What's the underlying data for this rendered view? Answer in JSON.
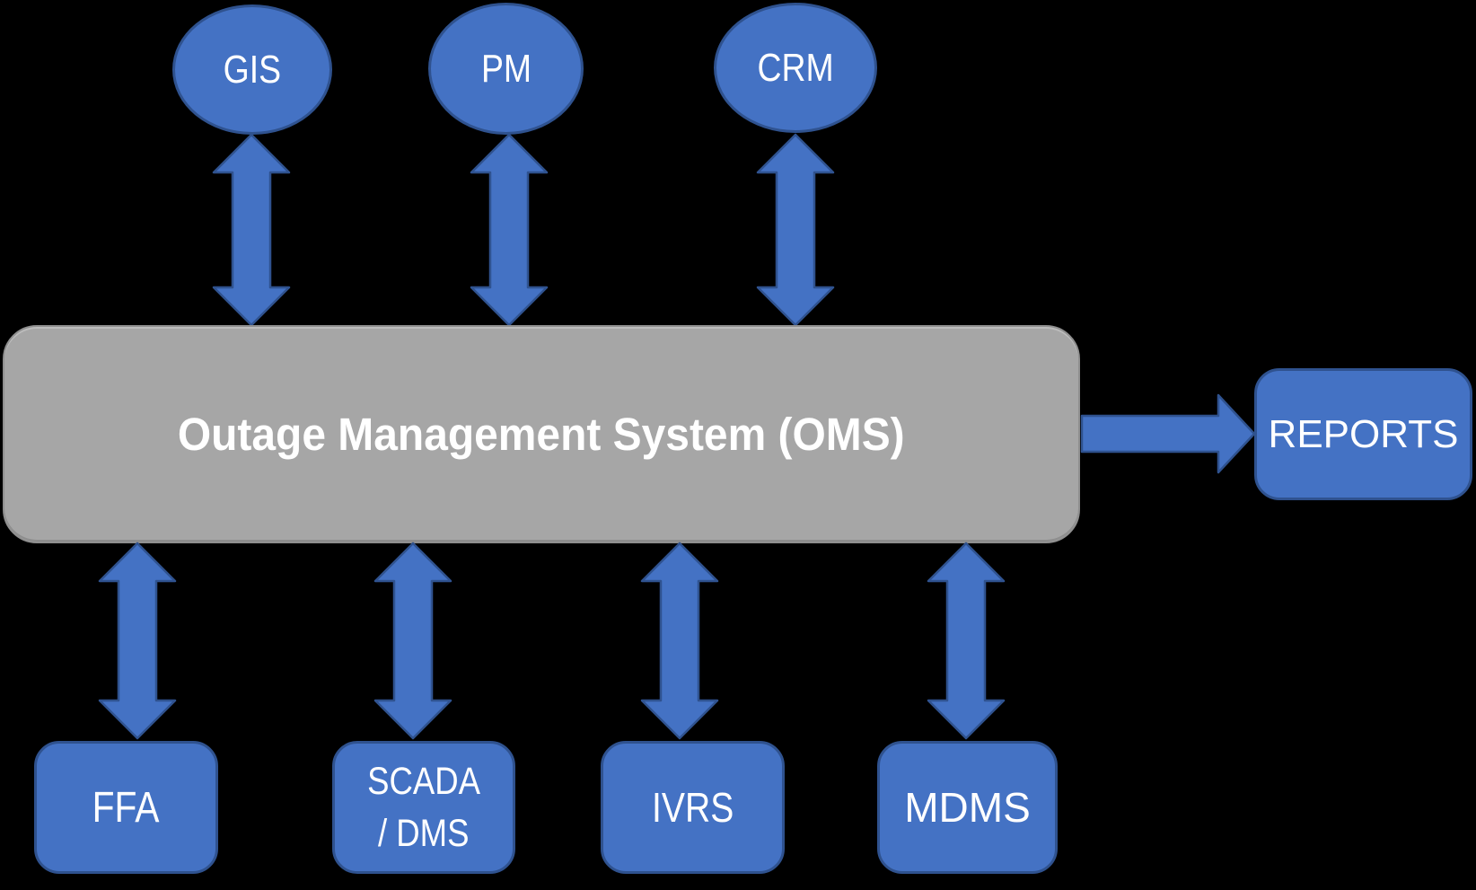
{
  "diagram": {
    "center_node": {
      "label": "Outage Management System (OMS)",
      "shape": "rounded-rectangle",
      "fill": "#A6A6A6"
    },
    "top_nodes": [
      {
        "label": "GIS",
        "shape": "ellipse"
      },
      {
        "label": "PM",
        "shape": "ellipse"
      },
      {
        "label": "CRM",
        "shape": "ellipse"
      }
    ],
    "bottom_nodes": [
      {
        "label": "FFA",
        "shape": "rounded-rectangle"
      },
      {
        "label": "SCADA / DMS",
        "lines": [
          "SCADA",
          "/ DMS"
        ],
        "shape": "rounded-rectangle"
      },
      {
        "label": "IVRS",
        "shape": "rounded-rectangle"
      },
      {
        "label": "MDMS",
        "shape": "rounded-rectangle"
      }
    ],
    "right_node": {
      "label": "REPORTS",
      "shape": "rounded-rectangle"
    },
    "connections": [
      {
        "from": "GIS",
        "to": "Outage Management System (OMS)",
        "direction": "bidirectional"
      },
      {
        "from": "PM",
        "to": "Outage Management System (OMS)",
        "direction": "bidirectional"
      },
      {
        "from": "CRM",
        "to": "Outage Management System (OMS)",
        "direction": "bidirectional"
      },
      {
        "from": "FFA",
        "to": "Outage Management System (OMS)",
        "direction": "bidirectional"
      },
      {
        "from": "SCADA / DMS",
        "to": "Outage Management System (OMS)",
        "direction": "bidirectional"
      },
      {
        "from": "IVRS",
        "to": "Outage Management System (OMS)",
        "direction": "bidirectional"
      },
      {
        "from": "MDMS",
        "to": "Outage Management System (OMS)",
        "direction": "bidirectional"
      },
      {
        "from": "Outage Management System (OMS)",
        "to": "REPORTS",
        "direction": "unidirectional"
      }
    ],
    "colors": {
      "node_fill": "#4472C4",
      "node_border": "#2F528F",
      "center_fill": "#A6A6A6",
      "center_border": "#8F8F8F",
      "arrow_fill": "#4472C4",
      "arrow_border": "#2F528F",
      "text": "#FFFFFF",
      "background": "#000000"
    }
  }
}
